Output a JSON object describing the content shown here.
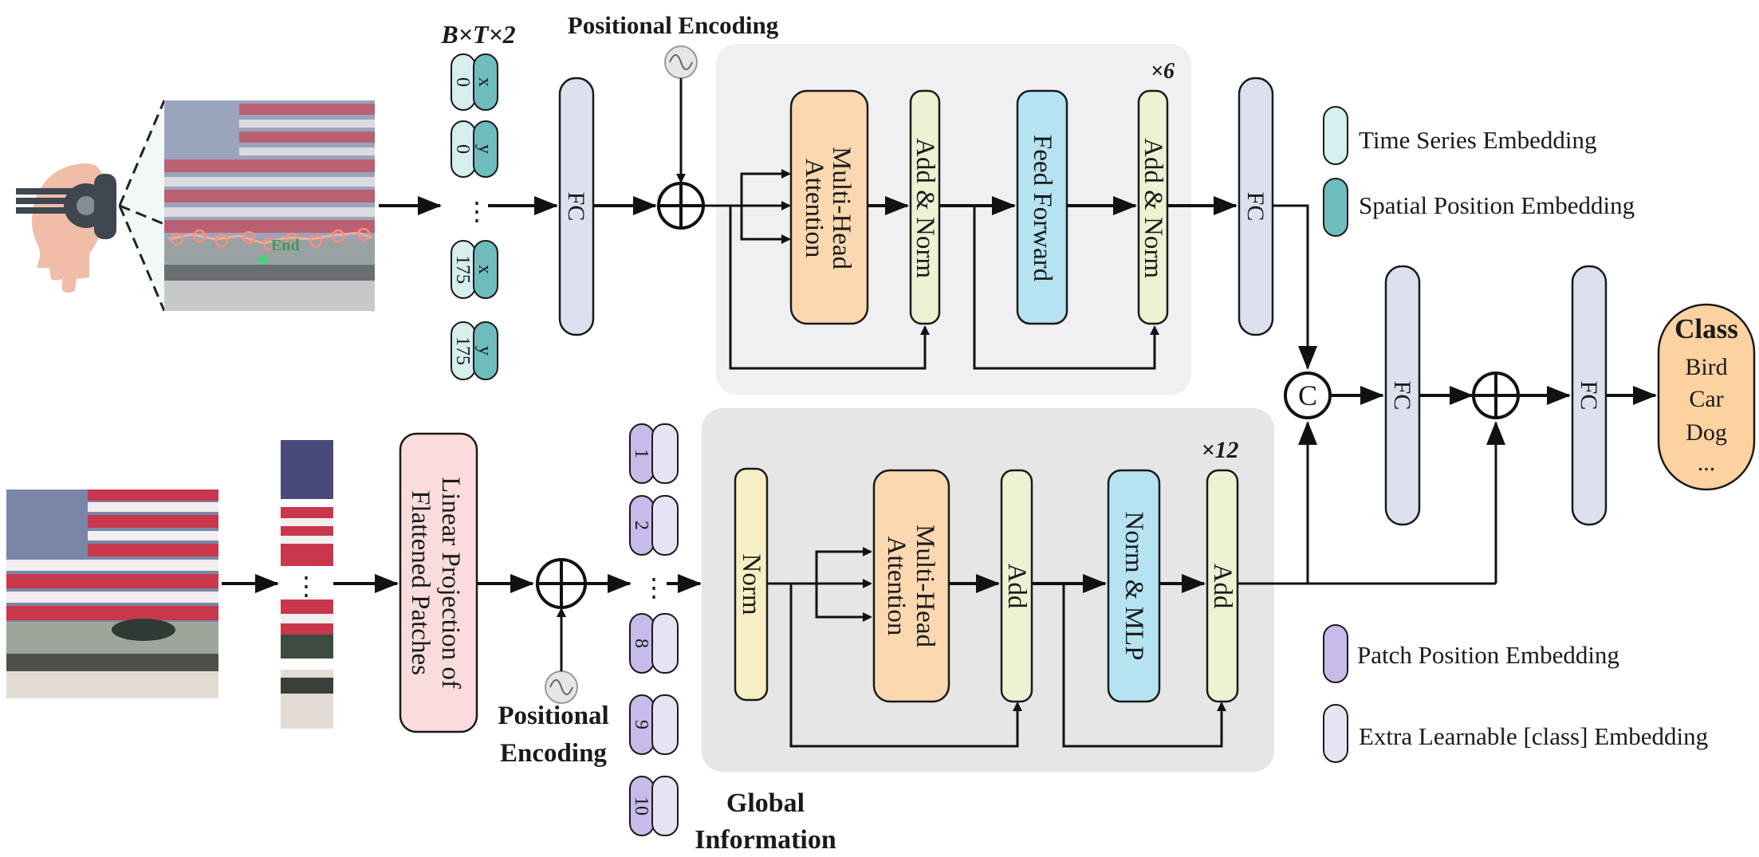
{
  "top_branch": {
    "shape_label": "B×T×2",
    "positional_encoding": "Positional Encoding",
    "tokens": [
      {
        "time": "0",
        "coord": "x"
      },
      {
        "time": "0",
        "coord": "y"
      },
      {
        "time": "175",
        "coord": "x"
      },
      {
        "time": "175",
        "coord": "y"
      }
    ],
    "ellipsis": "⋮",
    "gaze_label": "End",
    "fc_in": "FC",
    "repeat": "×6",
    "attention": [
      "Multi-Head",
      "Attention"
    ],
    "add_norm_1": "Add & Norm",
    "feed_forward": "Feed Forward",
    "add_norm_2": "Add & Norm",
    "fc_out": "FC"
  },
  "bottom_branch": {
    "linear_projection": [
      "Linear Projection of",
      "Flattened Patches"
    ],
    "positional_encoding": [
      "Positional",
      "Encoding"
    ],
    "ellipsis": "⋮",
    "patch_tokens": [
      "1",
      "2",
      "8",
      "9",
      "10"
    ],
    "token_ellipsis": "⋮",
    "global_information": [
      "Global",
      "Information"
    ],
    "repeat": "×12",
    "norm": "Norm",
    "attention": [
      "Multi-Head",
      "Attention"
    ],
    "add_1": "Add",
    "norm_mlp": "Norm & MLP",
    "add_2": "Add"
  },
  "fusion": {
    "concat": "C",
    "fc_1": "FC",
    "fc_2": "FC"
  },
  "output": {
    "title": "Class",
    "items": [
      "Bird",
      "Car",
      "Dog",
      "..."
    ]
  },
  "legend": [
    {
      "label": "Time Series Embedding",
      "color": "#d6eeee"
    },
    {
      "label": "Spatial Position Embedding",
      "color": "#6fbcbf"
    },
    {
      "label": "Patch Position Embedding",
      "color": "#c6bbe9"
    },
    {
      "label": "Extra Learnable [class] Embedding",
      "color": "#e4e4f5"
    }
  ],
  "colors": {
    "fc": "#dde0ee",
    "attention": "#fbd8b0",
    "add_norm": "#eef2d2",
    "feed_forward": "#b5e3f1",
    "projection": "#fbdcdc",
    "norm": "#f7efc4",
    "panel_top": "#f0f0f2",
    "panel_bottom": "#e6e6e6",
    "class_box": "#fbd2a0",
    "head": "#f0bda9",
    "device": "#3e4650"
  }
}
